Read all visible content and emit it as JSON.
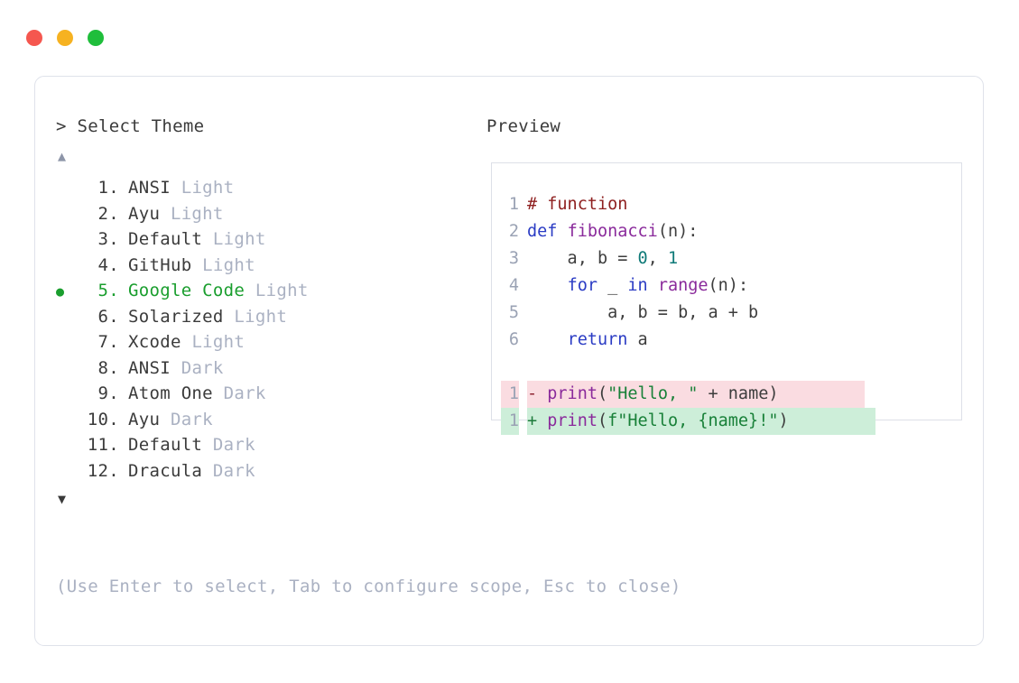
{
  "window": {
    "traffic_lights": [
      {
        "name": "close",
        "color": "#f5574f"
      },
      {
        "name": "minimize",
        "color": "#f6b221"
      },
      {
        "name": "maximize",
        "color": "#1fbe3b"
      }
    ]
  },
  "selector": {
    "caret": ">",
    "title": "Select Theme",
    "scroll_up_icon": "▲",
    "scroll_down_icon": "▼",
    "selected_bullet": "●",
    "selected_index": 5,
    "items": [
      {
        "number": "1.",
        "name": "ANSI",
        "variant": "Light",
        "selected": false
      },
      {
        "number": "2.",
        "name": "Ayu",
        "variant": "Light",
        "selected": false
      },
      {
        "number": "3.",
        "name": "Default",
        "variant": "Light",
        "selected": false
      },
      {
        "number": "4.",
        "name": "GitHub",
        "variant": "Light",
        "selected": false
      },
      {
        "number": "5.",
        "name": "Google Code",
        "variant": "Light",
        "selected": true
      },
      {
        "number": "6.",
        "name": "Solarized",
        "variant": "Light",
        "selected": false
      },
      {
        "number": "7.",
        "name": "Xcode",
        "variant": "Light",
        "selected": false
      },
      {
        "number": "8.",
        "name": "ANSI",
        "variant": "Dark",
        "selected": false
      },
      {
        "number": "9.",
        "name": "Atom One",
        "variant": "Dark",
        "selected": false
      },
      {
        "number": "10.",
        "name": "Ayu",
        "variant": "Dark",
        "selected": false
      },
      {
        "number": "11.",
        "name": "Default",
        "variant": "Dark",
        "selected": false
      },
      {
        "number": "12.",
        "name": "Dracula",
        "variant": "Dark",
        "selected": false
      }
    ],
    "hint": "(Use Enter to select, Tab to configure scope, Esc to close)"
  },
  "preview": {
    "label": "Preview",
    "code_lines": [
      {
        "num": "1",
        "tokens": [
          {
            "t": "# function",
            "c": "tok-comment"
          }
        ]
      },
      {
        "num": "2",
        "tokens": [
          {
            "t": "def ",
            "c": "tok-keyword"
          },
          {
            "t": "fibonacci",
            "c": "tok-func"
          },
          {
            "t": "(n):",
            "c": "tok-plain"
          }
        ]
      },
      {
        "num": "3",
        "tokens": [
          {
            "t": "    a, b = ",
            "c": "tok-plain"
          },
          {
            "t": "0",
            "c": "tok-num"
          },
          {
            "t": ", ",
            "c": "tok-plain"
          },
          {
            "t": "1",
            "c": "tok-num"
          }
        ]
      },
      {
        "num": "4",
        "tokens": [
          {
            "t": "    ",
            "c": "tok-plain"
          },
          {
            "t": "for",
            "c": "tok-keyword"
          },
          {
            "t": " _ ",
            "c": "tok-plain"
          },
          {
            "t": "in",
            "c": "tok-keyword"
          },
          {
            "t": " ",
            "c": "tok-plain"
          },
          {
            "t": "range",
            "c": "tok-func"
          },
          {
            "t": "(n):",
            "c": "tok-plain"
          }
        ]
      },
      {
        "num": "5",
        "tokens": [
          {
            "t": "        a, b = b, a + b",
            "c": "tok-plain"
          }
        ]
      },
      {
        "num": "6",
        "tokens": [
          {
            "t": "    ",
            "c": "tok-plain"
          },
          {
            "t": "return",
            "c": "tok-keyword"
          },
          {
            "t": " a",
            "c": "tok-plain"
          }
        ]
      }
    ],
    "diff_lines": [
      {
        "num": "1",
        "kind": "del",
        "sign": "-",
        "tokens": [
          {
            "t": "print",
            "c": "tok-func"
          },
          {
            "t": "(",
            "c": "tok-plain"
          },
          {
            "t": "\"Hello, \"",
            "c": "tok-str"
          },
          {
            "t": " + name)",
            "c": "tok-plain"
          }
        ]
      },
      {
        "num": "1",
        "kind": "add",
        "sign": "+",
        "tokens": [
          {
            "t": "print",
            "c": "tok-func"
          },
          {
            "t": "(",
            "c": "tok-plain"
          },
          {
            "t": "f\"Hello, {name}!\"",
            "c": "tok-str"
          },
          {
            "t": ")",
            "c": "tok-plain"
          }
        ]
      }
    ]
  },
  "colors": {
    "accent_green": "#1a9e2e",
    "muted": "#aab1c2",
    "text": "#3b3b3b",
    "diff_del_bg": "#fadce1",
    "diff_add_bg": "#cdeed9",
    "panel_border": "#dfe2ea"
  }
}
